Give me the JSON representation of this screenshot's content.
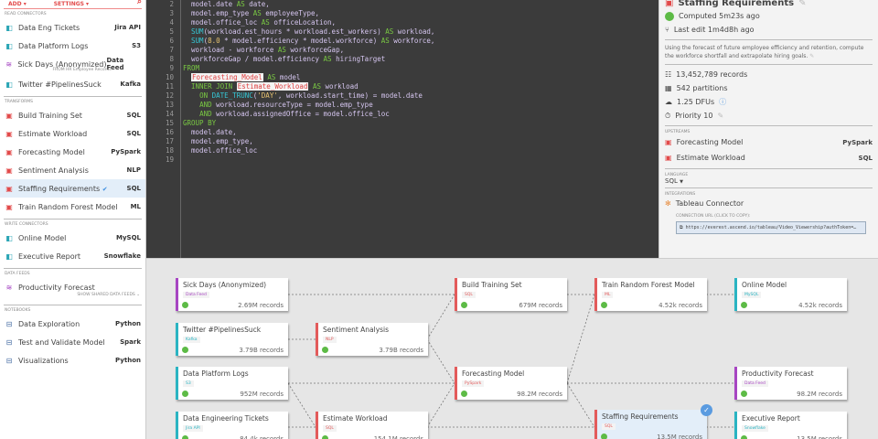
{
  "sidebar": {
    "add": "ADD ▾",
    "settings": "SETTINGS ▾",
    "read_label": "READ CONNECTORS",
    "read": [
      {
        "name": "Data Eng Tickets",
        "tag": "Jira API"
      },
      {
        "name": "Data Platform Logs",
        "tag": "S3"
      },
      {
        "name": "Sick Days (Anonymized)",
        "tag": "Data Feed",
        "sub": "FROM HR Employee Records"
      },
      {
        "name": "Twitter #PipelinesSuck",
        "tag": "Kafka"
      }
    ],
    "transforms_label": "TRANSFORMS",
    "transforms": [
      {
        "name": "Build Training Set",
        "tag": "SQL"
      },
      {
        "name": "Estimate Workload",
        "tag": "SQL"
      },
      {
        "name": "Forecasting Model",
        "tag": "PySpark"
      },
      {
        "name": "Sentiment Analysis",
        "tag": "NLP"
      },
      {
        "name": "Staffing Requirements",
        "tag": "SQL"
      },
      {
        "name": "Train Random Forest Model",
        "tag": "ML"
      }
    ],
    "write_label": "WRITE CONNECTORS",
    "write": [
      {
        "name": "Online Model",
        "tag": "MySQL"
      },
      {
        "name": "Executive Report",
        "tag": "Snowflake"
      }
    ],
    "feeds_label": "DATA FEEDS",
    "feeds": [
      {
        "name": "Productivity Forecast"
      }
    ],
    "show_shared": "SHOW SHARED DATA FEEDS",
    "notebooks_label": "NOTEBOOKS",
    "notebooks": [
      {
        "name": "Data Exploration",
        "tag": "Python"
      },
      {
        "name": "Test and Validate Model",
        "tag": "Spark"
      },
      {
        "name": "Visualizations",
        "tag": "Python"
      }
    ]
  },
  "editor": {
    "lines": [
      "2",
      "3",
      "4",
      "5",
      "6",
      "7",
      "8",
      "9",
      "10",
      "11",
      "12",
      "13",
      "14",
      "15",
      "16",
      "17",
      "18",
      "19"
    ],
    "tok": {
      "a": "model.date ",
      "b": "AS",
      "c": " date,",
      "d": "model.emp_type ",
      "e": " employeeType,",
      "f": "model.office_loc ",
      "g": " officeLocation,",
      "h": "SUM",
      "i": "(workload.est_hours * workload.est_workers) ",
      "j": " workload,",
      "k": "(",
      "l": "8.0",
      "m": " * model.efficiency * model.workforce) ",
      "n": " workforce,",
      "o": "workload - workforce ",
      "p": " workforceGap,",
      "q": "workforceGap / model.efficiency ",
      "r": " hiringTarget",
      "s": "FROM",
      "t": "Forecasting_Model",
      "u": " model",
      "v": "INNER JOIN ",
      "w": "Estimate_Workload",
      "x": " workload",
      "y": "ON ",
      "z": "DATE_TRUNC",
      "aa": "'DAY'",
      "ab": ", workload.start_time) = model.date",
      "ac": "AND",
      " ad": "",
      "ad": " workload.resourceType = model.emp_type",
      "ae": " workload.assignedOffice = model.office_loc",
      "af": "GROUP BY",
      "ag": "model.date,",
      "ah": "model.emp_type,",
      "ai": "model.office_loc"
    }
  },
  "panel": {
    "title": "Staffing Requirements",
    "computed": "Computed 5m23s ago",
    "last_edit": "Last edit 1m4d8h ago",
    "description": "Using the forecast of future employee efficiency and retention, compute the workforce shortfall and extrapolate hiring goals.",
    "records": "13,452,789 records",
    "partitions": "542 partitions",
    "dfus": "1.25 DFUs",
    "priority": "Priority 10",
    "upstreams_label": "UPSTREAMS",
    "upstreams": [
      {
        "name": "Forecasting Model",
        "tag": "PySpark"
      },
      {
        "name": "Estimate Workload",
        "tag": "SQL"
      }
    ],
    "language_label": "LANGUAGE",
    "language": "SQL",
    "integrations_label": "INTEGRATIONS",
    "integration": "Tableau Connector",
    "url_label": "CONNECTION URL (CLICK TO COPY):",
    "url": "https://everest.ascend.io/tableau/Video_Viewership?authToken=…"
  },
  "graph": {
    "nodes": [
      {
        "name": "Sick Days (Anonymized)",
        "tag": "Data Feed",
        "records": "2.69M records"
      },
      {
        "name": "Twitter #PipelinesSuck",
        "tag": "Kafka",
        "records": "3.79B records"
      },
      {
        "name": "Data Platform Logs",
        "tag": "S3",
        "records": "952M records"
      },
      {
        "name": "Data Engineering Tickets",
        "tag": "Jira API",
        "records": "84.4k records"
      },
      {
        "name": "Sentiment Analysis",
        "tag": "NLP",
        "records": "3.79B records"
      },
      {
        "name": "Estimate Workload",
        "tag": "SQL",
        "records": "154.1M records"
      },
      {
        "name": "Build Training Set",
        "tag": "SQL",
        "records": "679M records"
      },
      {
        "name": "Forecasting Model",
        "tag": "PySpark",
        "records": "98.2M records"
      },
      {
        "name": "Train Random Forest Model",
        "tag": "ML",
        "records": "4.52k records"
      },
      {
        "name": "Staffing Requirements",
        "tag": "SQL",
        "records": "13.5M records"
      },
      {
        "name": "Online Model",
        "tag": "MySQL",
        "records": "4.52k records"
      },
      {
        "name": "Productivity Forecast",
        "tag": "Data Feed",
        "records": "98.2M records"
      },
      {
        "name": "Executive Report",
        "tag": "Snowflake",
        "records": "13.5M records"
      }
    ]
  },
  "colors": {
    "accent": "#e24a4a",
    "connector": "#2ab4c2",
    "feed": "#a745c2",
    "selected": "#e3eef9"
  }
}
